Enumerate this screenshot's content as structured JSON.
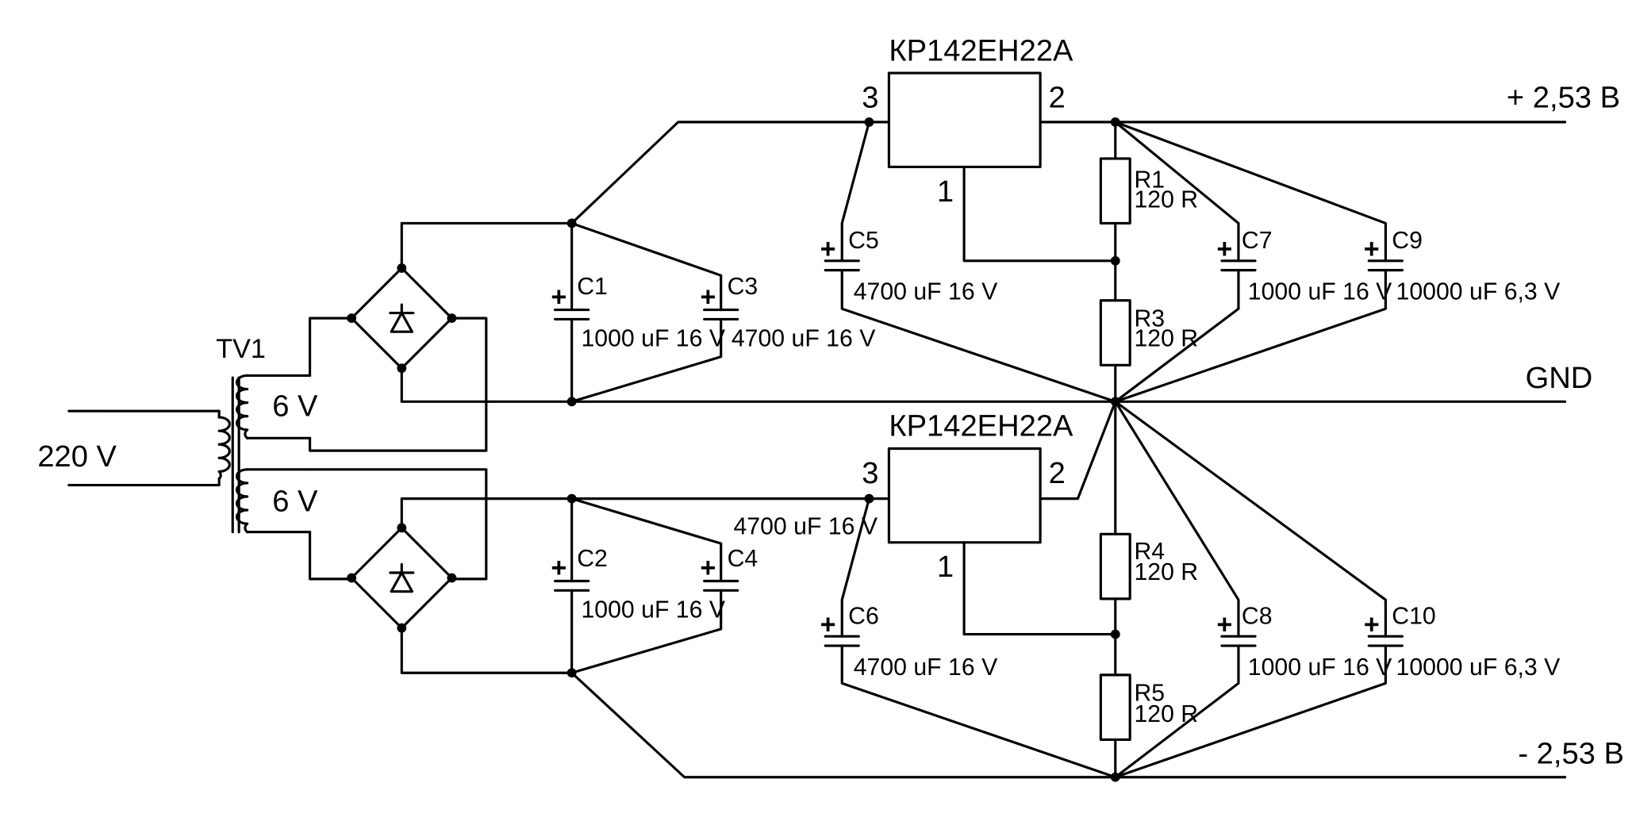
{
  "labels": {
    "input": "220 V",
    "transformer": "TV1",
    "winding1": "6 V",
    "winding2": "6 V",
    "out_pos": "+ 2,53 B",
    "gnd": "GND",
    "out_neg": "- 2,53 B"
  },
  "regulators": [
    {
      "name": "КР142ЕН22А",
      "pin_in": "3",
      "pin_out": "2",
      "pin_adj": "1"
    },
    {
      "name": "КР142ЕН22А",
      "pin_in": "3",
      "pin_out": "2",
      "pin_adj": "1"
    }
  ],
  "capacitors": {
    "C1": {
      "ref": "C1",
      "value": "1000 uF 16 V"
    },
    "C2": {
      "ref": "C2",
      "value": "1000 uF 16 V"
    },
    "C3": {
      "ref": "C3",
      "value": "4700 uF 16 V"
    },
    "C4": {
      "ref": "C4",
      "value": "4700 uF 16 V"
    },
    "C5": {
      "ref": "C5",
      "value": "4700 uF 16 V"
    },
    "C6": {
      "ref": "C6",
      "value": "4700 uF 16 V"
    },
    "C7": {
      "ref": "C7",
      "value": "1000 uF 16 V"
    },
    "C8": {
      "ref": "C8",
      "value": "1000 uF 16 V"
    },
    "C9": {
      "ref": "C9",
      "value": "10000 uF 6,3 V"
    },
    "C10": {
      "ref": "C10",
      "value": "10000 uF 6,3 V"
    }
  },
  "resistors": {
    "R1": {
      "ref": "R1",
      "value": "120 R"
    },
    "R3": {
      "ref": "R3",
      "value": "120 R"
    },
    "R4": {
      "ref": "R4",
      "value": "120 R"
    },
    "R5": {
      "ref": "R5",
      "value": "120 R"
    }
  },
  "polarity_mark": "+"
}
